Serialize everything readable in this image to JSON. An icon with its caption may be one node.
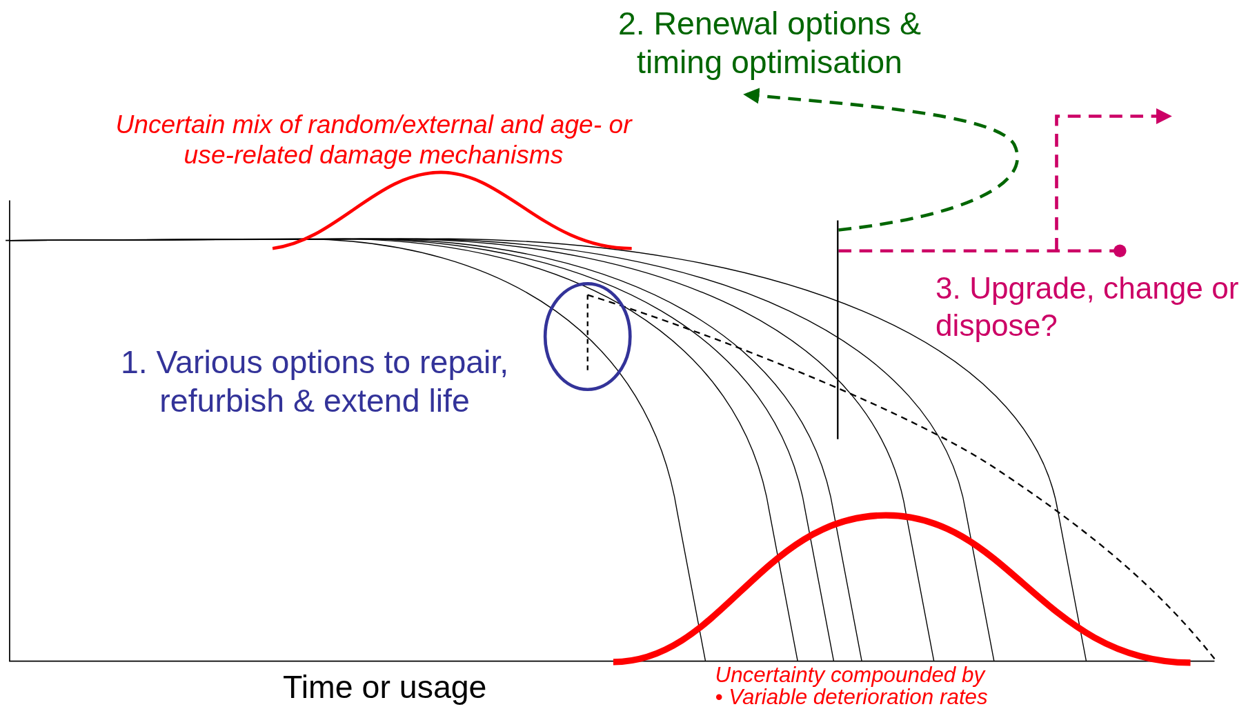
{
  "diagram": {
    "nodes": [
      {
        "text": [
          "2. Renewal options & timing optimisation"
        ]
      },
      {
        "text": [
          "3. Upgrade, change or dispose?"
        ]
      },
      {
        "text": [],
        "shape": "bar"
      }
    ],
    "edges": [
      {
        "from": 2,
        "to": 0,
        "arrow": "to",
        "style": "dashed",
        "color": "#006600"
      },
      {
        "from": 2,
        "to": null,
        "arrow": "to",
        "style": "dashed",
        "color": "#cc0066"
      }
    ],
    "labels": [
      "Uncertain mix of random/external and age- or use-related damage mechanisms",
      "1. Various options to repair, refurbish & extend life",
      "Time or usage",
      "Uncertainty compounded by",
      "• Variable deterioration rates"
    ]
  }
}
